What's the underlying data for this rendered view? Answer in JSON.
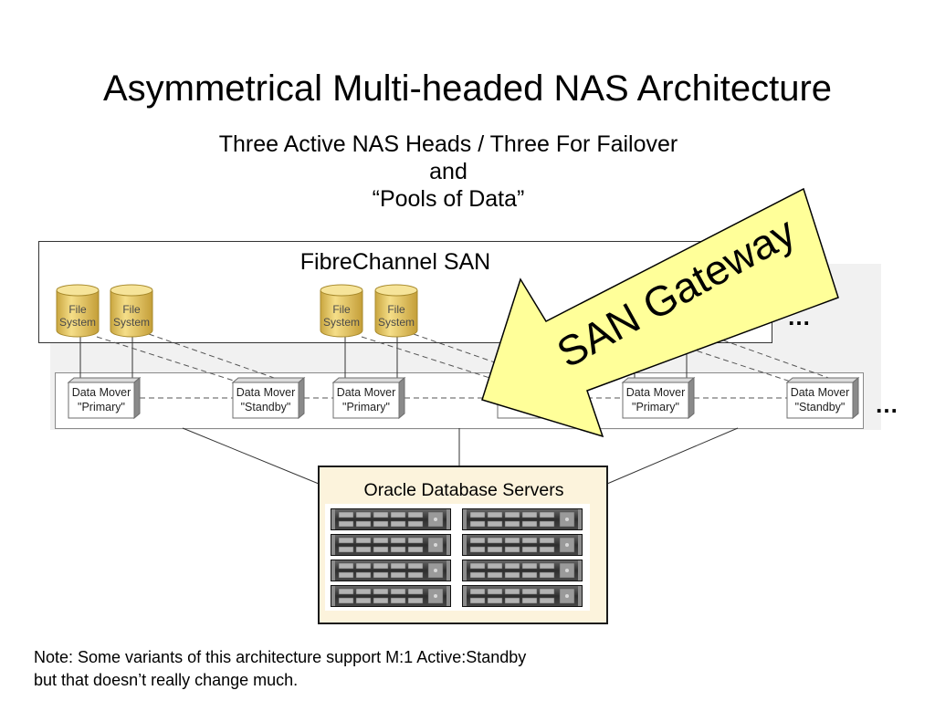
{
  "slide": {
    "title": "Asymmetrical Multi-headed NAS Architecture",
    "subtitle": [
      "Three Active NAS Heads / Three For Failover",
      "and",
      "“Pools of Data”"
    ],
    "note": [
      "Note: Some variants of this architecture support M:1 Active:Standby",
      "but that doesn’t really change much."
    ]
  },
  "diagram": {
    "san": {
      "label": "FibreChannel SAN",
      "more": "…"
    },
    "file_systems": [
      {
        "line1": "File",
        "line2": "System"
      },
      {
        "line1": "File",
        "line2": "System"
      },
      {
        "line1": "File",
        "line2": "System"
      },
      {
        "line1": "File",
        "line2": "System"
      }
    ],
    "data_movers": {
      "more": "…",
      "items": [
        {
          "line1": "Data Mover",
          "line2": "\"Primary\""
        },
        {
          "line1": "Data Mover",
          "line2": "\"Standby\""
        },
        {
          "line1": "Data Mover",
          "line2": "\"Primary\""
        },
        {
          "line1": "Data Mover",
          "line2": "\"Primary\""
        },
        {
          "line1": "Data Mover",
          "line2": "\"Standby\""
        }
      ]
    },
    "oracle": {
      "label": "Oracle Database Servers"
    },
    "gateway": {
      "label": "SAN Gateway"
    },
    "colors": {
      "arrow": "#ffff99",
      "oracle_background": "#fcf3dc",
      "file_system": "#f6e49a"
    }
  }
}
